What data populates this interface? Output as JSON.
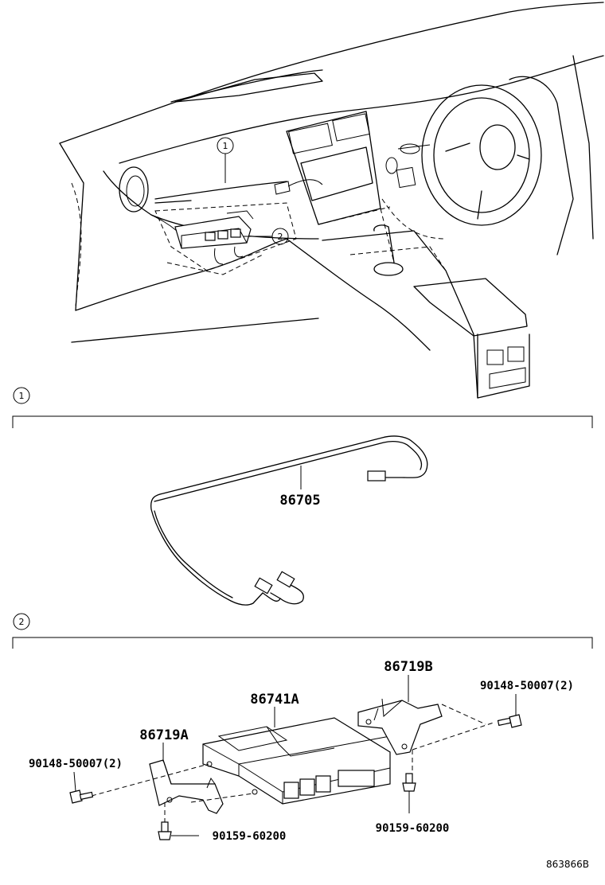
{
  "callouts": {
    "one": "1",
    "two": "2"
  },
  "section1": {
    "marker": "1",
    "parts": [
      {
        "number": "86705"
      }
    ]
  },
  "section2": {
    "marker": "2",
    "parts": [
      {
        "number": "86719B"
      },
      {
        "number": "90148-50007(2)"
      },
      {
        "number": "86741A"
      },
      {
        "number": "86719A"
      },
      {
        "number": "90148-50007(2)"
      },
      {
        "number": "90159-60200"
      },
      {
        "number": "90159-60200"
      }
    ]
  },
  "diagram_code": "863866B"
}
